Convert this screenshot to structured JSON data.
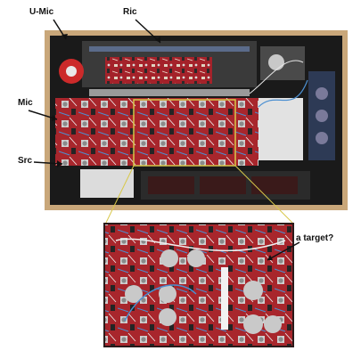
{
  "callouts": {
    "u_mic": "U-Mic",
    "ric": "Ric",
    "mic": "Mic",
    "src": "Src",
    "target": "a target?"
  },
  "colors": {
    "frame_wood": "#c9a77a",
    "chassis_dark": "#1a1a1a",
    "pcb_red": "#b0282a",
    "highlight_yellow": "#d8c84a"
  },
  "icons": {
    "arrow": "pointer-arrow"
  }
}
